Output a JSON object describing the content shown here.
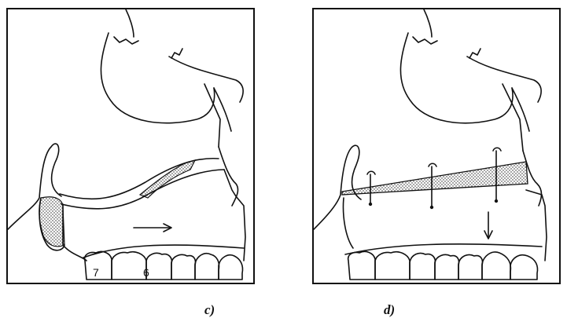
{
  "panels": [
    {
      "id": "c",
      "caption": "c)",
      "tooth_numbers": [
        "7",
        "6"
      ]
    },
    {
      "id": "d",
      "caption": "d)"
    }
  ],
  "colors": {
    "line": "#111111",
    "background": "#ffffff"
  }
}
